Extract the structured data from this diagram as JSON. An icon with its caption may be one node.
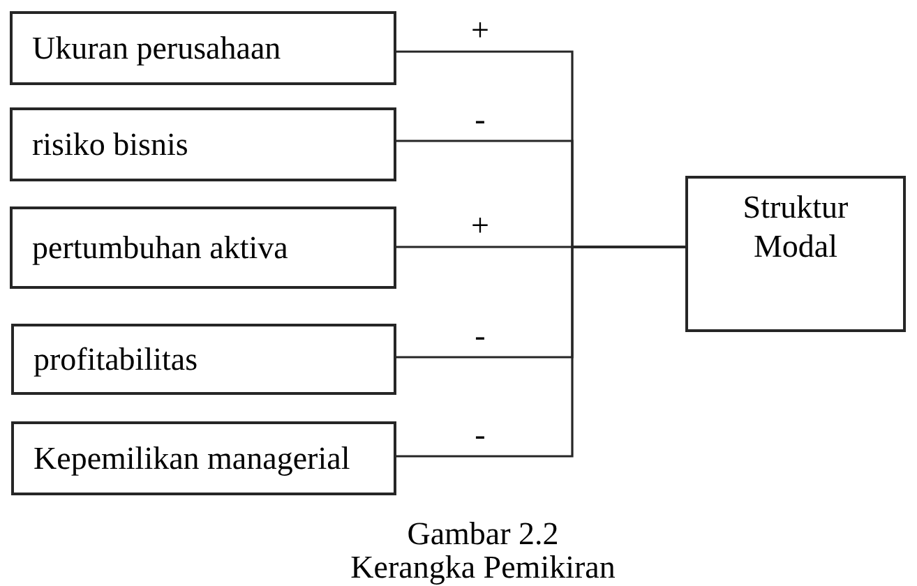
{
  "diagram": {
    "caption": "Gambar 2.2 Kerangka Pemikiran",
    "nodes": [
      {
        "text": [
          "Ukuran perusahaan"
        ]
      },
      {
        "text": [
          "risiko bisnis"
        ]
      },
      {
        "text": [
          "pertumbuhan aktiva"
        ]
      },
      {
        "text": [
          "profitabilitas"
        ]
      },
      {
        "text": [
          "Kepemilikan managerial"
        ]
      },
      {
        "text": [
          "Struktur Modal"
        ]
      }
    ],
    "edges": [
      {
        "from": 0,
        "to": 5,
        "arrow": "none",
        "label": "+"
      },
      {
        "from": 1,
        "to": 5,
        "arrow": "none",
        "label": "-"
      },
      {
        "from": 2,
        "to": 5,
        "arrow": "none",
        "label": "+"
      },
      {
        "from": 3,
        "to": 5,
        "arrow": "none",
        "label": "-"
      },
      {
        "from": 4,
        "to": 5,
        "arrow": "none",
        "label": "-"
      }
    ]
  }
}
